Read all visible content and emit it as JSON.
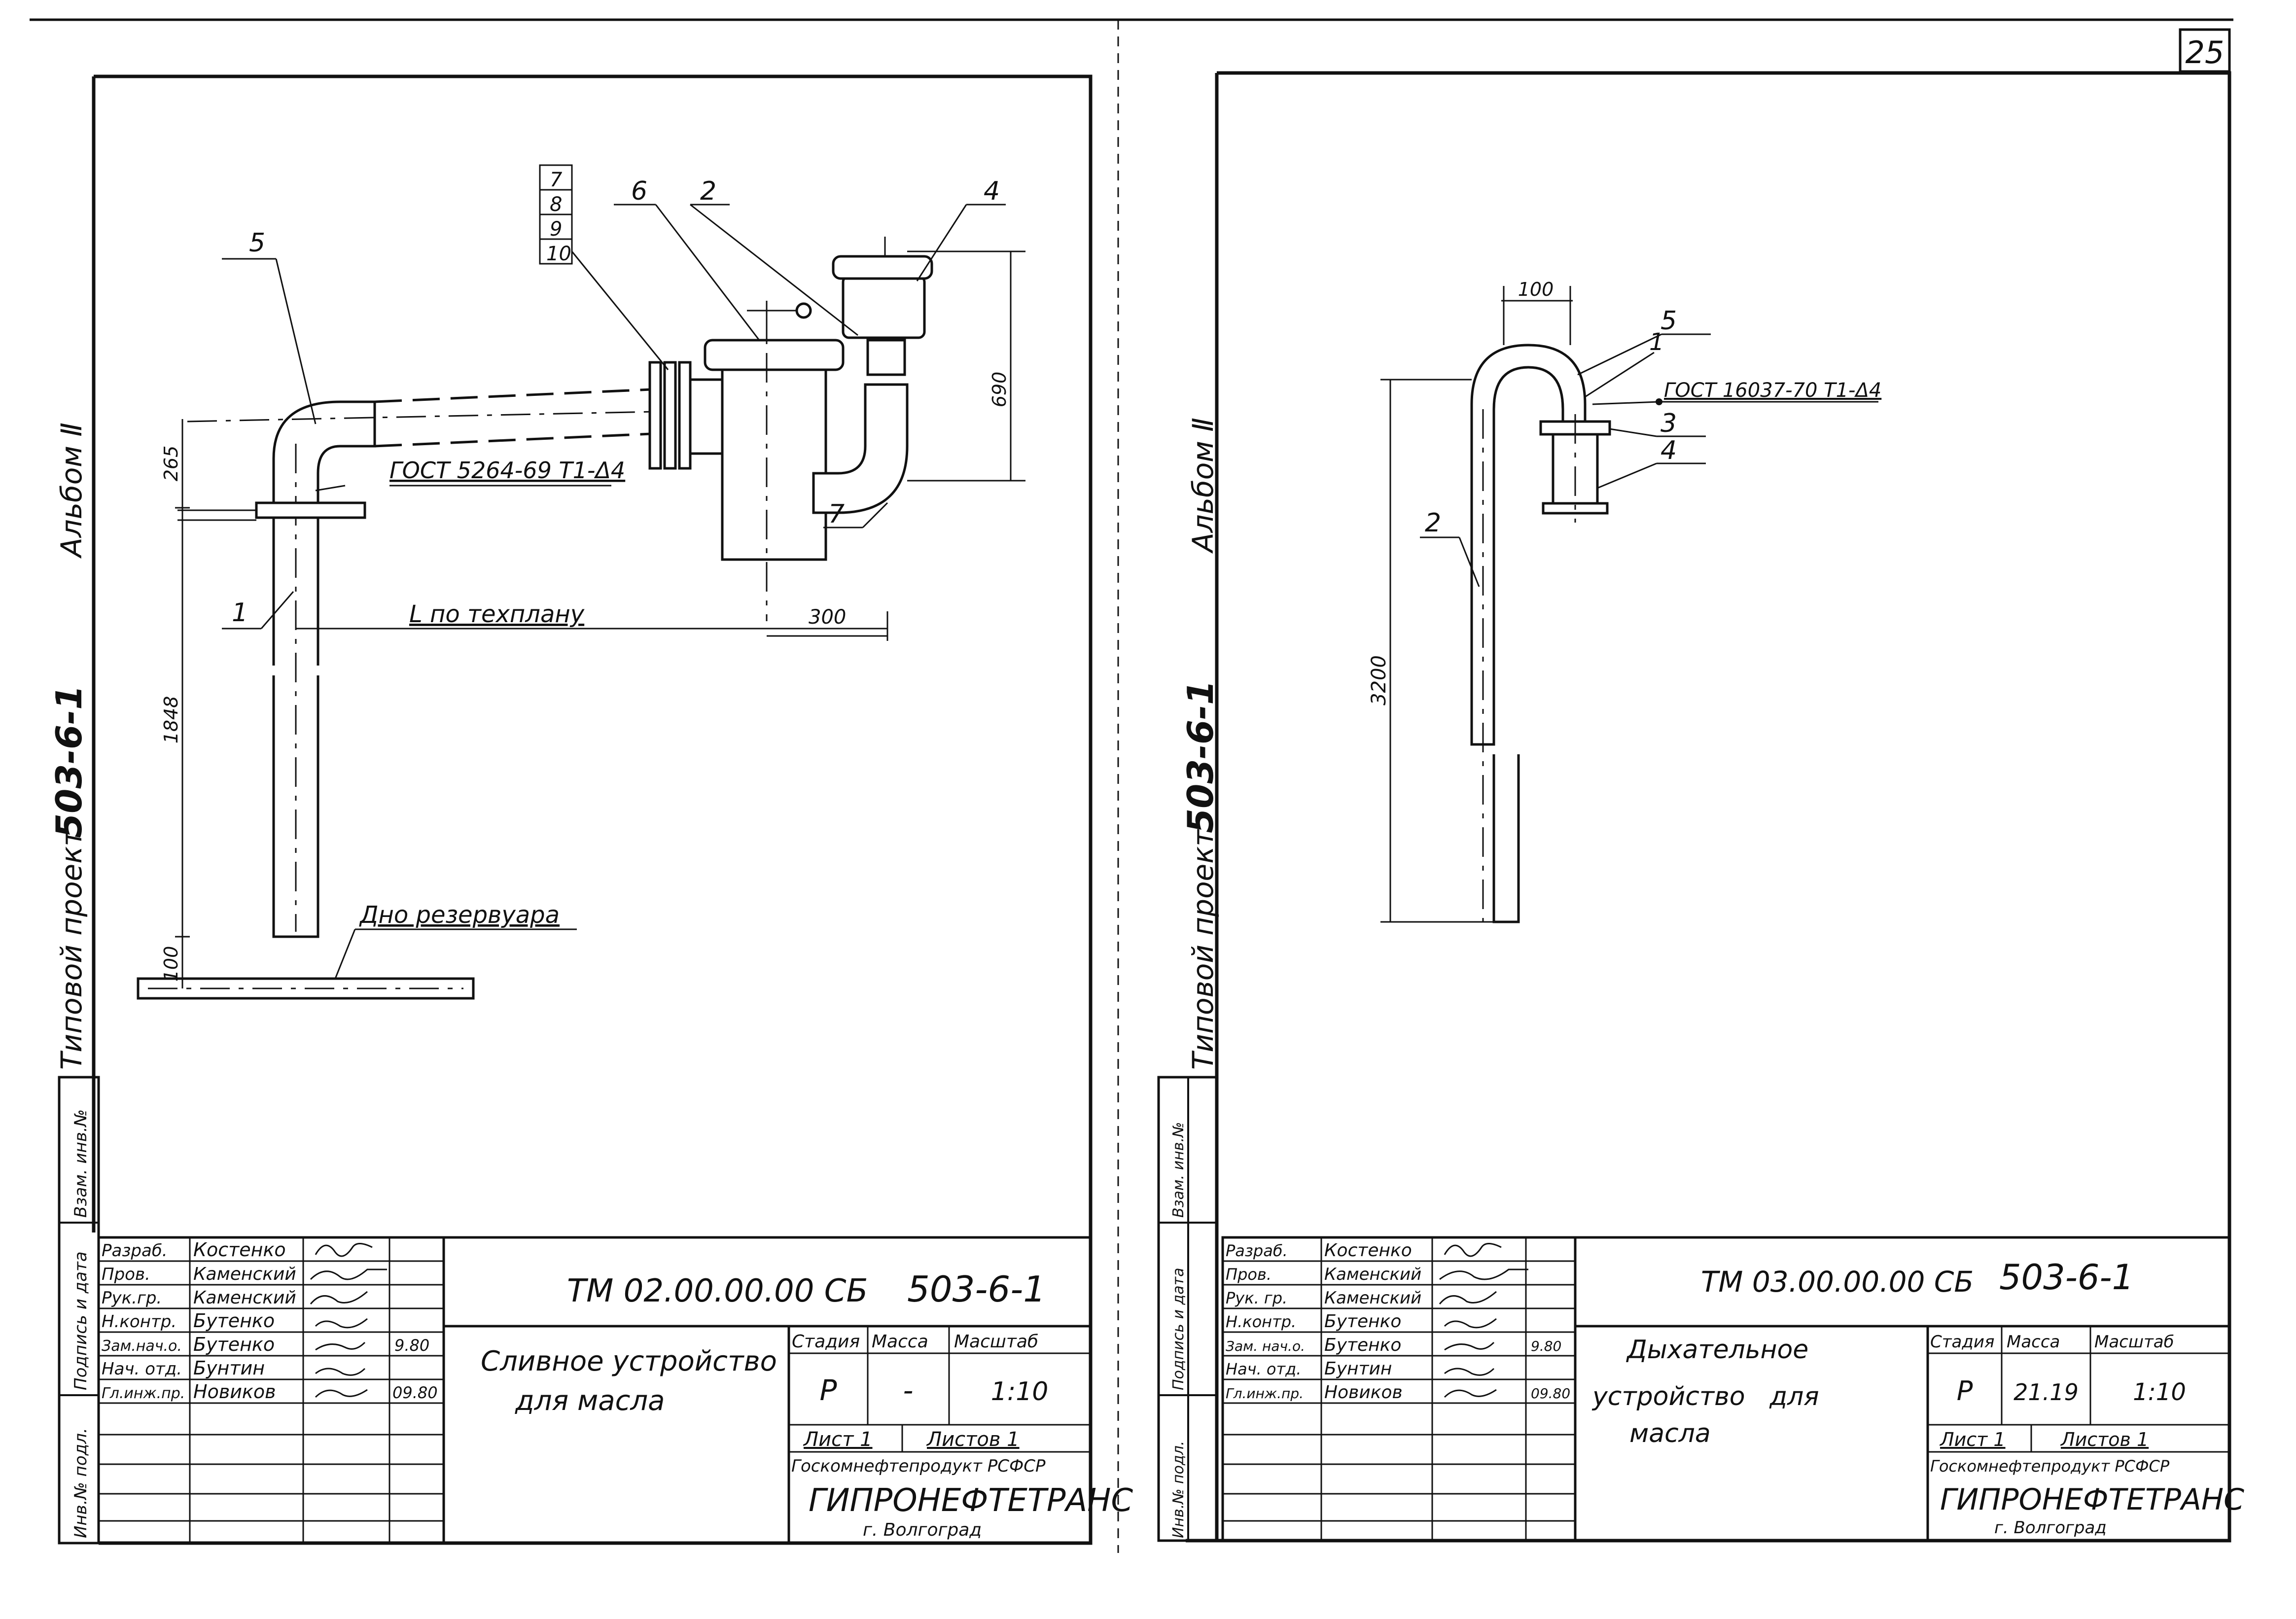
{
  "page_number": "25",
  "left_sheet": {
    "side_stamp": {
      "a": "Типовой проект",
      "b": "503-6-1",
      "c": "Альбом Ⅱ"
    },
    "side_cells": [
      "Взам. инв.№",
      "Подпись и дата",
      "Инв.№ подл."
    ],
    "leaders": [
      "5",
      "7",
      "8",
      "9",
      "10",
      "6",
      "2",
      "4",
      "1",
      "7"
    ],
    "gost": "ГОСТ 5264-69 Т1-Δ4",
    "dims": {
      "d265": "265",
      "d690": "690",
      "d1848": "1848",
      "d100": "100",
      "d300": "300"
    },
    "l_label": "L по техплану",
    "bottom_label": "Дно резервуара",
    "stamp": {
      "roles": [
        "Разраб.",
        "Пров.",
        "Рук.гр.",
        "Н.контр.",
        "Зам.нач.о.",
        "Нач. отд.",
        "Гл.инж.пр."
      ],
      "names": [
        "Костенко",
        "Каменский",
        "Каменский",
        "Бутенко",
        "Бутенко",
        "Бунтин",
        "Новиков"
      ],
      "date_a": "9.80",
      "date_b": "09.80",
      "code": "ТМ 02.00.00.00 СБ",
      "project": "503-6-1",
      "title1": "Сливное устройство",
      "title2": "для масла",
      "h_stage": "Стадия",
      "h_mass": "Масса",
      "h_scale": "Масштаб",
      "stage": "Р",
      "mass": "-",
      "scale": "1:10",
      "sheet": "Лист 1",
      "sheets": "Листов 1",
      "org1": "Госкомнефтепродукт РСФСР",
      "org2": "ГИПРОНЕФТЕТРАНС",
      "city": "г. Волгоград"
    }
  },
  "right_sheet": {
    "side_stamp": {
      "a": "Типовой проект",
      "b": "503-6-1",
      "c": "Альбом Ⅱ"
    },
    "side_cells": [
      "Взам. инв.№",
      "Подпись и дата",
      "Инв.№ подл."
    ],
    "leaders": [
      "5",
      "1",
      "3",
      "4",
      "2"
    ],
    "gost": "ГОСТ 16037-70 Т1-Δ4",
    "dims": {
      "d100": "100",
      "d3200": "3200"
    },
    "stamp": {
      "roles": [
        "Разраб.",
        "Пров.",
        "Рук. гр.",
        "Н.контр.",
        "Зам. нач.о.",
        "Нач. отд.",
        "Гл.инж.пр."
      ],
      "names": [
        "Костенко",
        "Каменский",
        "Каменский",
        "Бутенко",
        "Бутенко",
        "Бунтин",
        "Новиков"
      ],
      "date_a": "9.80",
      "date_b": "09.80",
      "code": "ТМ 03.00.00.00 СБ",
      "project": "503-6-1",
      "title1": "Дыхательное",
      "title2": "устройство   для",
      "title3": "масла",
      "h_stage": "Стадия",
      "h_mass": "Масса",
      "h_scale": "Масштаб",
      "stage": "Р",
      "mass": "21.19",
      "scale": "1:10",
      "sheet": "Лист 1",
      "sheets": "Листов 1",
      "org1": "Госкомнефтепродукт РСФСР",
      "org2": "ГИПРОНЕФТЕТРАНС",
      "city": "г. Волгоград"
    }
  }
}
